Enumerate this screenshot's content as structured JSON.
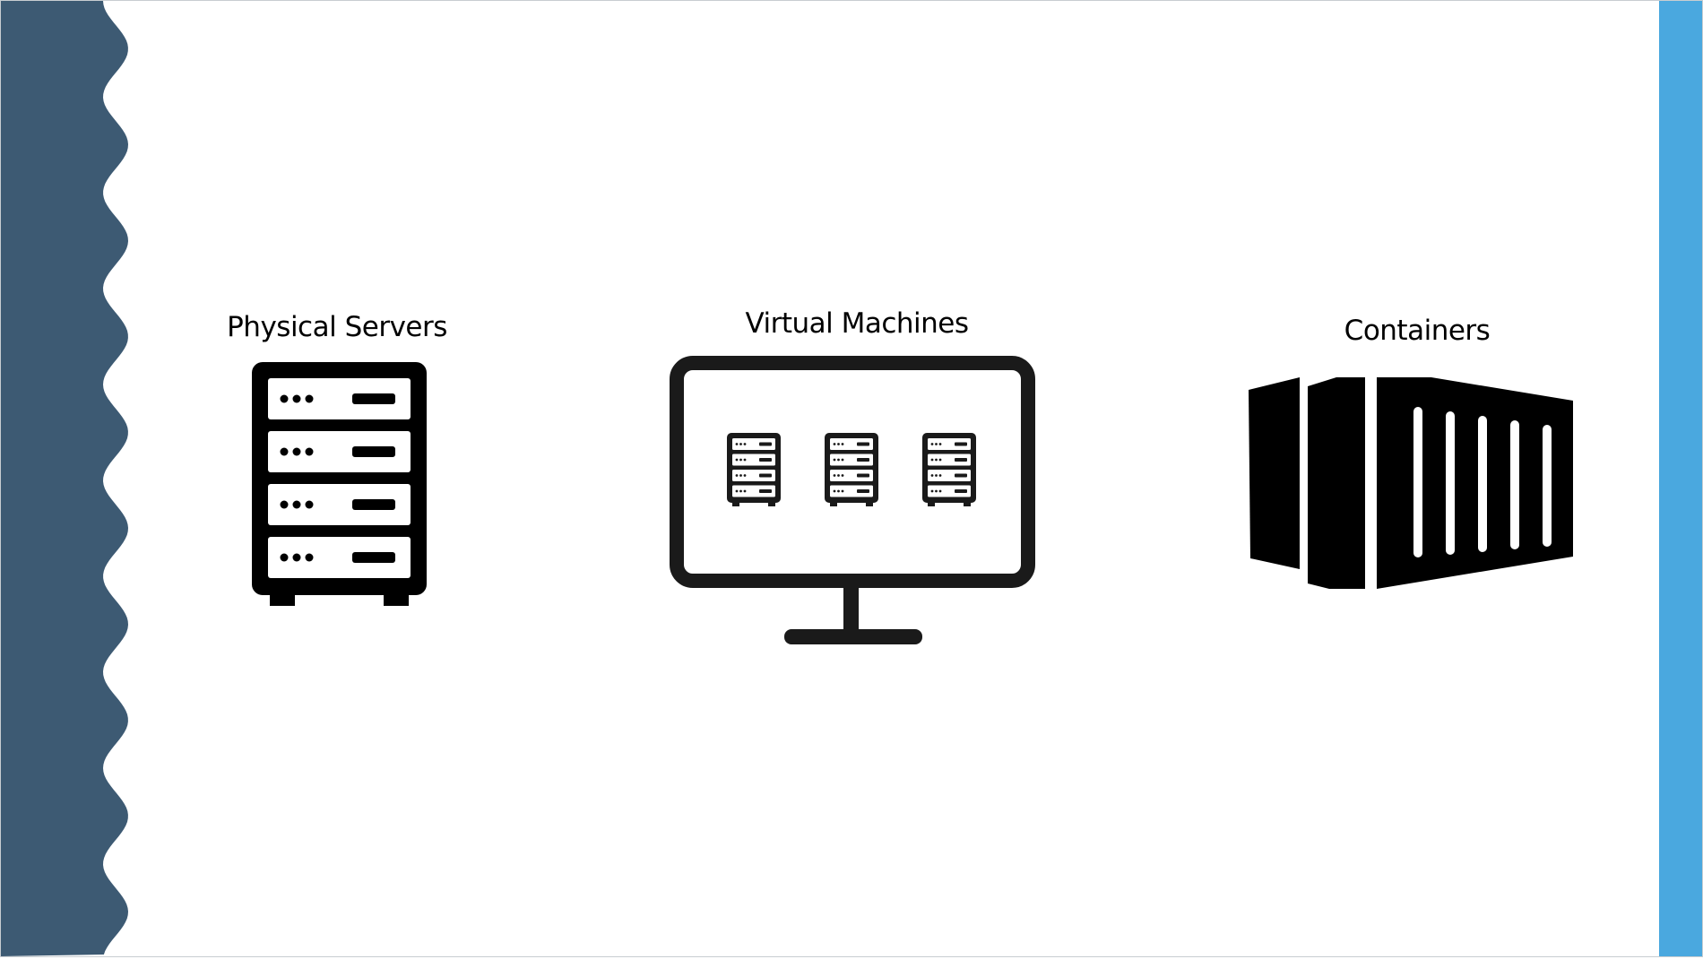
{
  "colors": {
    "wave_band": "#3d5a73",
    "right_stripe": "#4aa8df",
    "icon": "#000000",
    "monitor_icon": "#1a1a1a"
  },
  "sections": [
    {
      "label": "Physical Servers",
      "icon": "server-rack-icon"
    },
    {
      "label": "Virtual Machines",
      "icon": "monitor-with-servers-icon"
    },
    {
      "label": "Containers",
      "icon": "shipping-container-icon"
    }
  ]
}
